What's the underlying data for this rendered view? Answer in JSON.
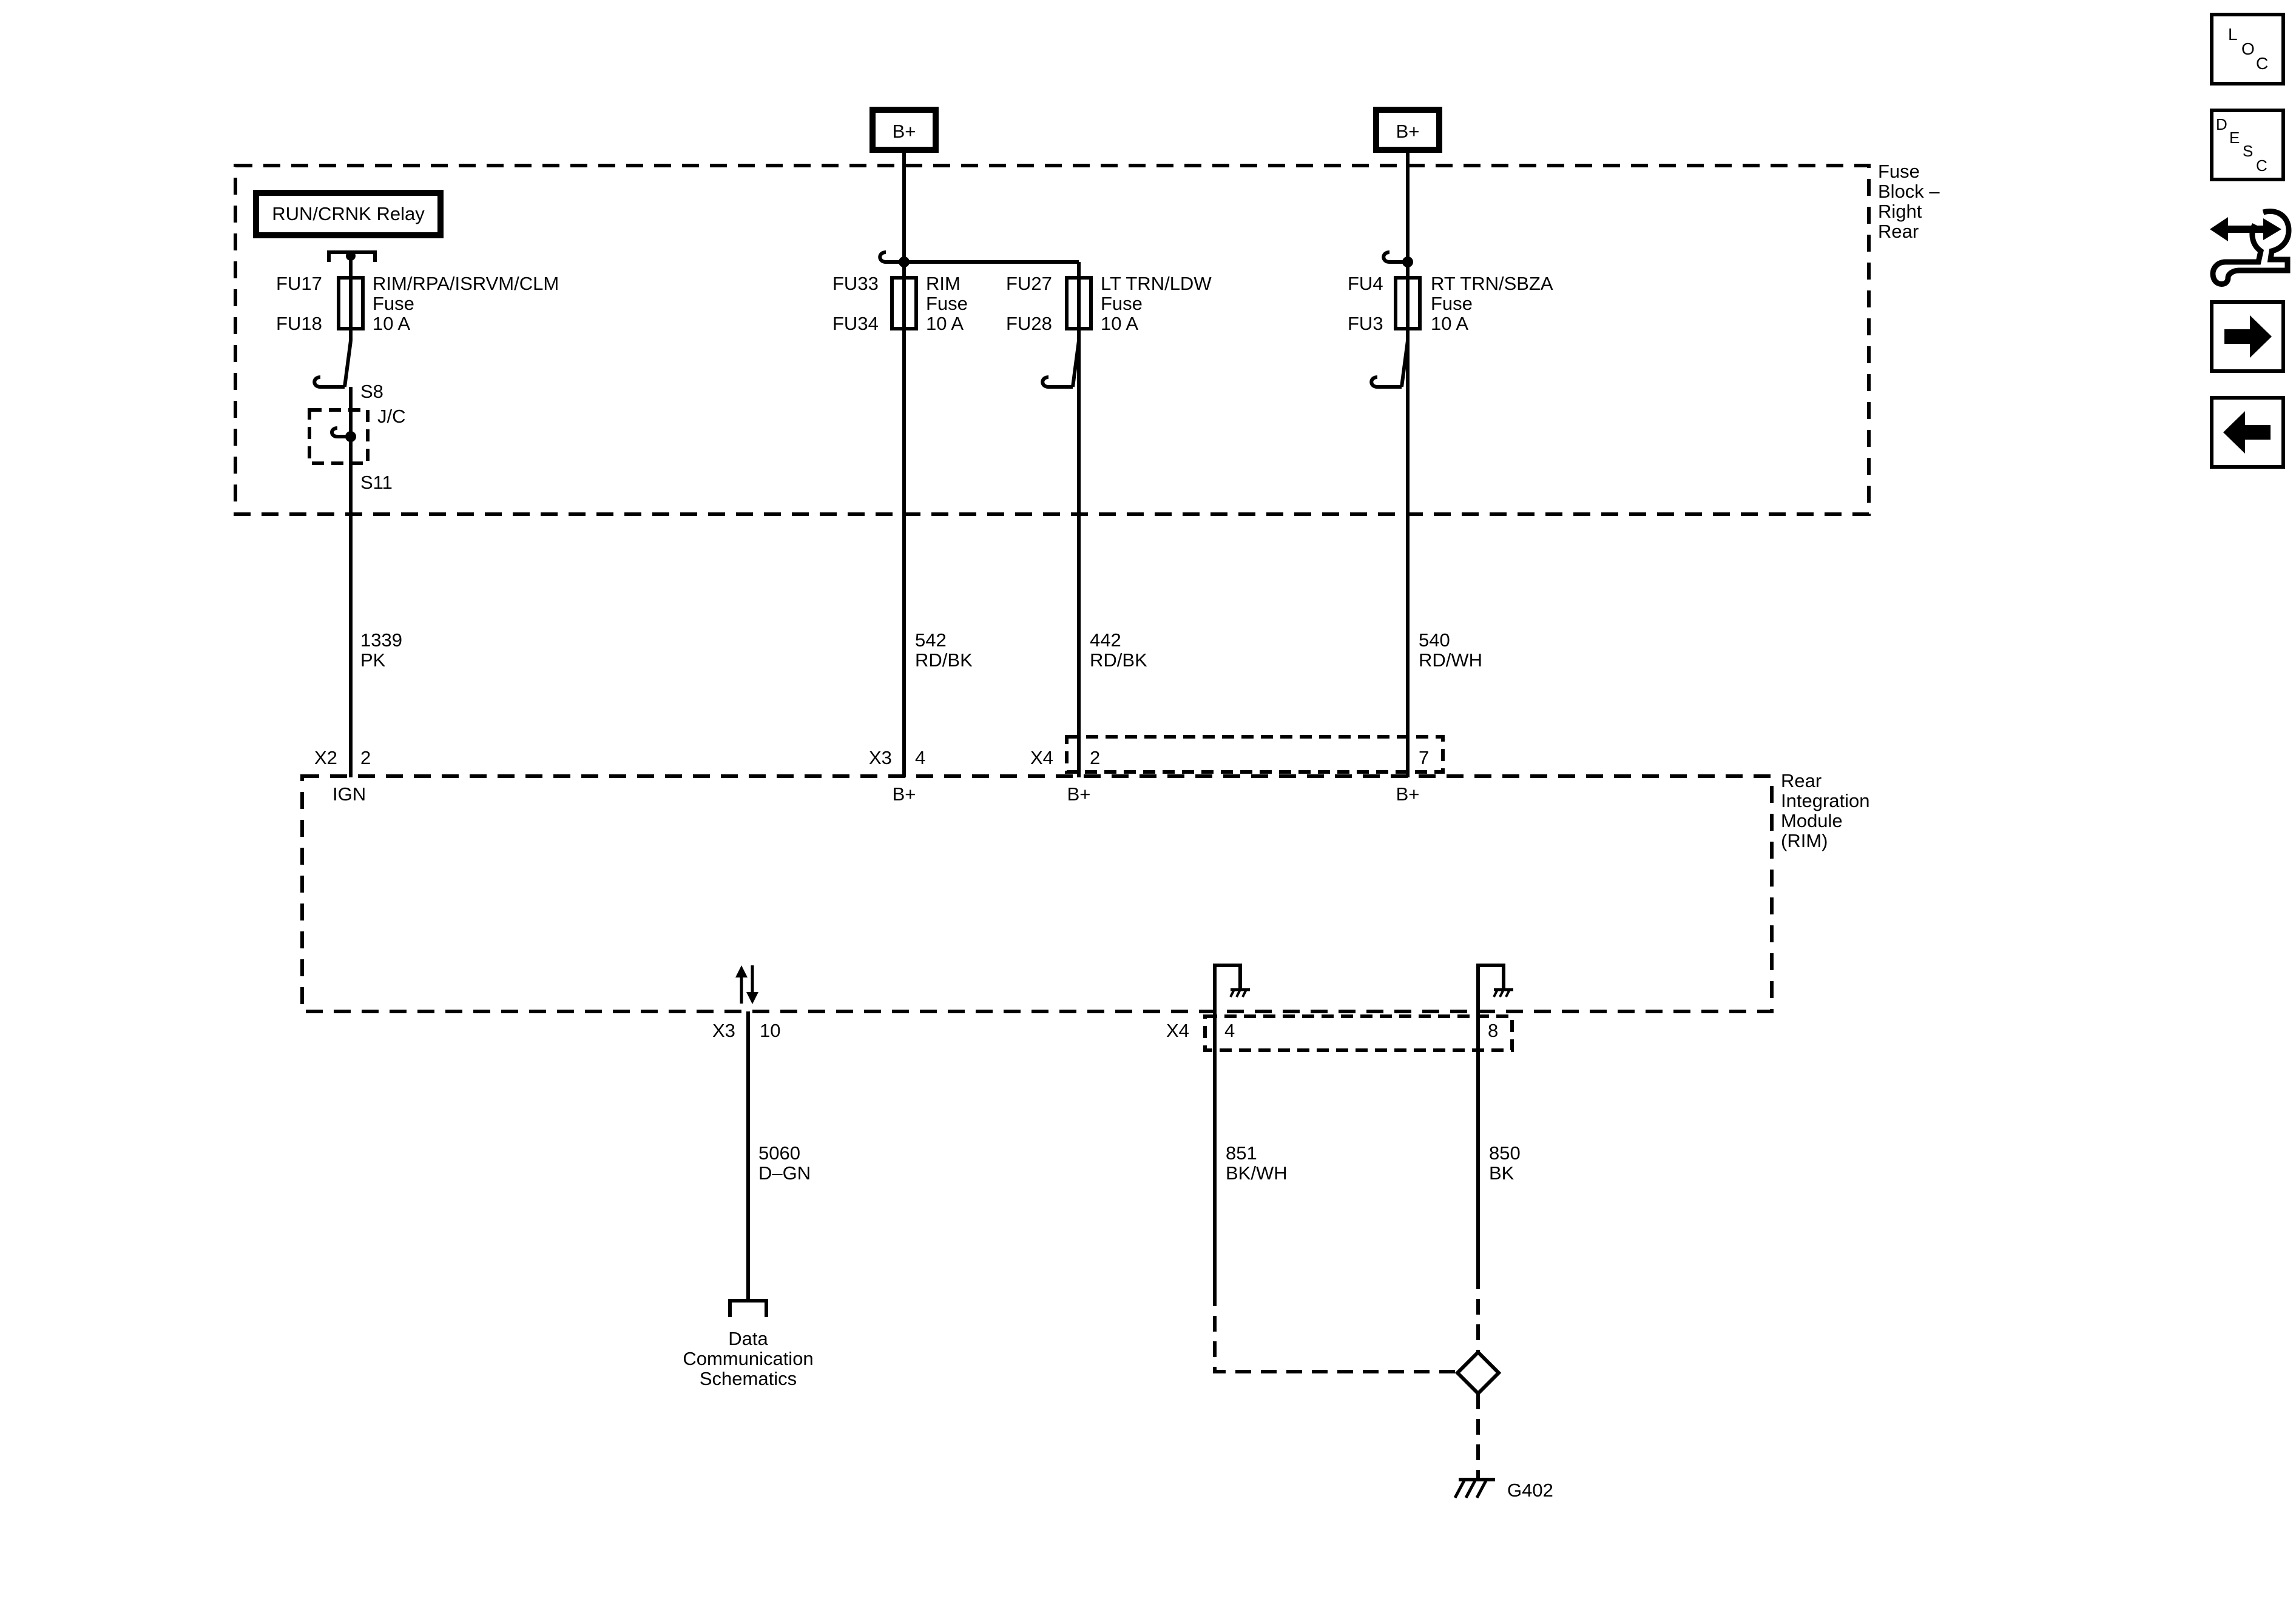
{
  "power": {
    "b1": "B+",
    "b2": "B+"
  },
  "fuse_block": {
    "label": [
      "Fuse",
      "Block –",
      "Right",
      "Rear"
    ]
  },
  "relay": {
    "label": "RUN/CRNK Relay"
  },
  "fuses": [
    {
      "left_top": "FU17",
      "left_bottom": "FU18",
      "lines": [
        "RIM/RPA/ISRVM/CLM",
        "Fuse",
        "10 A"
      ]
    },
    {
      "left_top": "FU33",
      "left_bottom": "FU34",
      "lines": [
        "RIM",
        "Fuse",
        "10 A"
      ]
    },
    {
      "left_top": "FU27",
      "left_bottom": "FU28",
      "lines": [
        "LT TRN/LDW",
        "Fuse",
        "10 A"
      ]
    },
    {
      "left_top": "FU4",
      "left_bottom": "FU3",
      "lines": [
        "RT TRN/SBZA",
        "Fuse",
        "10 A"
      ]
    }
  ],
  "junction": {
    "s8": "S8",
    "jc": "J/C",
    "s11": "S11"
  },
  "wires": [
    {
      "circuit": "1339",
      "color": "PK"
    },
    {
      "circuit": "542",
      "color": "RD/BK"
    },
    {
      "circuit": "442",
      "color": "RD/BK"
    },
    {
      "circuit": "540",
      "color": "RD/WH"
    },
    {
      "circuit": "5060",
      "color": "D–GN"
    },
    {
      "circuit": "851",
      "color": "BK/WH"
    },
    {
      "circuit": "850",
      "color": "BK"
    }
  ],
  "connectors_top": [
    {
      "conn": "X2",
      "pin": "2",
      "func": "IGN"
    },
    {
      "conn": "X3",
      "pin": "4",
      "func": "B+"
    },
    {
      "conn": "X4",
      "pin": "2",
      "func": "B+"
    },
    {
      "conn": "",
      "pin": "7",
      "func": "B+"
    }
  ],
  "connectors_bottom": [
    {
      "conn": "X3",
      "pin": "10"
    },
    {
      "conn": "X4",
      "pin": "4"
    },
    {
      "conn": "",
      "pin": "8"
    }
  ],
  "module": {
    "label": [
      "Rear",
      "Integration",
      "Module",
      "(RIM)"
    ]
  },
  "data_comm": {
    "label": [
      "Data",
      "Communication",
      "Schematics"
    ]
  },
  "ground": {
    "label": "G402"
  },
  "nav": {
    "loc": [
      "L",
      "O",
      "C"
    ],
    "desc": [
      "D",
      "E",
      "S",
      "C"
    ]
  }
}
